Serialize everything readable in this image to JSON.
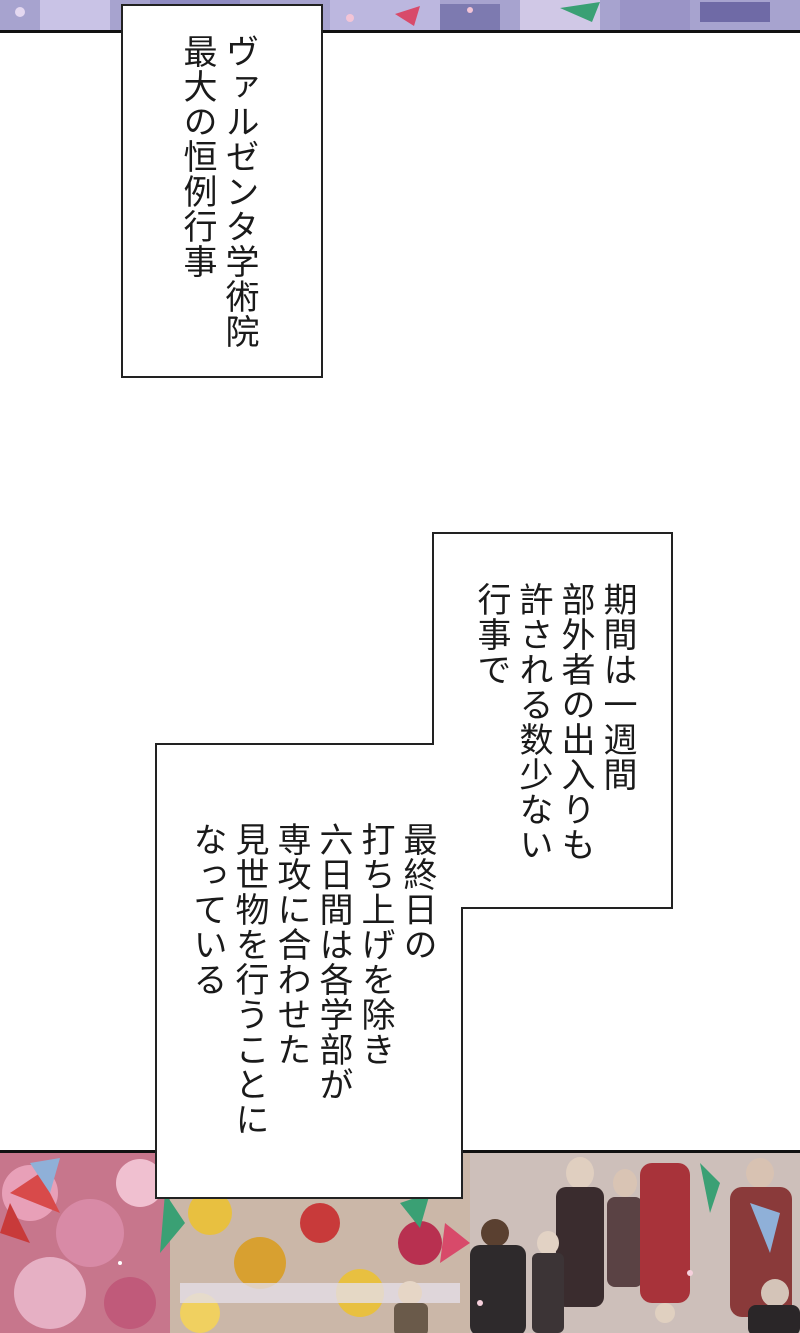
{
  "captions": [
    {
      "id": "caption-1",
      "lines": [
        "ヴァルゼンタ学術院",
        "最大の恒例行事"
      ]
    },
    {
      "id": "caption-2",
      "lines": [
        "期間は一週間",
        "部外者の出入りも",
        "許される数少ない",
        "行事で"
      ]
    },
    {
      "id": "caption-3",
      "lines": [
        "最終日の",
        "打ち上げを除き",
        "六日間は各学部が",
        "専攻に合わせた",
        "見世物を行うことに",
        "なっている"
      ]
    }
  ],
  "artwork": {
    "top_panel": "festival-scene-top",
    "bottom_panel": "festival-crowd-scene",
    "colors": {
      "border": "#111111",
      "text": "#1a1a1a",
      "flower_pink": "#e8a0b8",
      "flower_yellow": "#e8c040",
      "flower_red": "#c83a3a",
      "flag_green": "#3aa074",
      "flag_blue": "#8fb0d8"
    }
  }
}
